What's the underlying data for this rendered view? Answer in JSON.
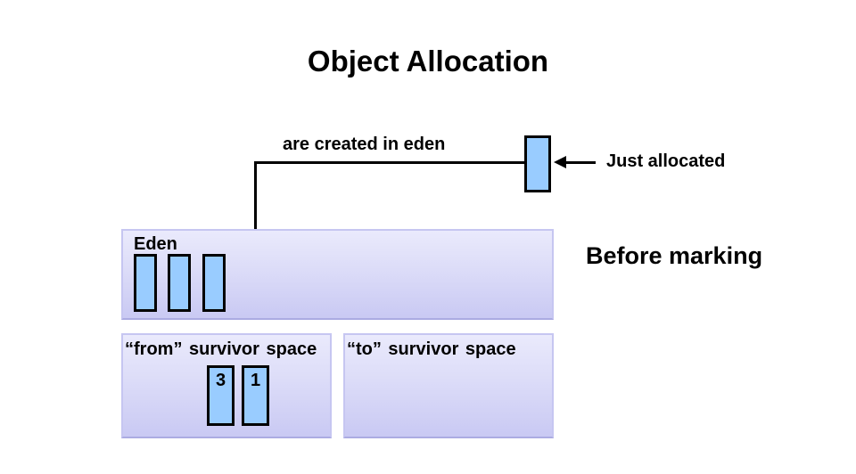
{
  "title": "Object Allocation",
  "annotations": {
    "created_in_eden": "are created in eden",
    "just_allocated": "Just allocated",
    "before_marking": "Before marking"
  },
  "regions": {
    "eden": {
      "label": "Eden",
      "object_count": 3
    },
    "from_survivor": {
      "label": "“from” survivor space",
      "objects": [
        {
          "age": "3"
        },
        {
          "age": "1"
        }
      ]
    },
    "to_survivor": {
      "label": "“to” survivor space",
      "objects": []
    }
  },
  "colors": {
    "object_fill": "#99CCFF",
    "object_border": "#000000",
    "region_gradient_top": "#EAEAFC",
    "region_gradient_bottom": "#C9C9F3",
    "region_border": "#C6C6F1",
    "arrow": "#000000",
    "text": "#000000",
    "background": "#FFFFFF"
  }
}
